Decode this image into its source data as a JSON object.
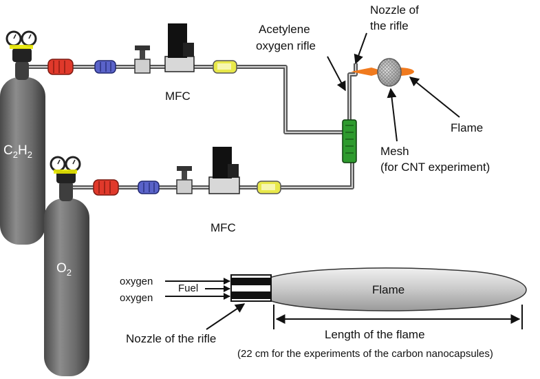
{
  "cylinders": {
    "fuel": {
      "formula": "C",
      "sub1": "2",
      "mid": "H",
      "sub2": "2"
    },
    "oxidizer": {
      "formula": "O",
      "sub1": "2"
    }
  },
  "labels": {
    "mfc_top": "MFC",
    "mfc_bottom": "MFC",
    "rifle": [
      "Acetylene",
      "oxygen rifle"
    ],
    "nozzle_top": [
      "Nozzle of",
      "the rifle"
    ],
    "flame_top": "Flame",
    "mesh": [
      "Mesh",
      "(for CNT experiment)"
    ]
  },
  "detail": {
    "oxygen_top": "oxygen",
    "fuel": "Fuel",
    "oxygen_bottom": "oxygen",
    "flame": "Flame",
    "nozzle": "Nozzle of the rifle",
    "length": "Length of the flame",
    "note": "(22 cm for the experiments of the carbon nanocapsules)"
  },
  "colors": {
    "cylinder": "#6f6f6f",
    "red_filter": "#e0392b",
    "blue_filter": "#5a63c9",
    "yellow_filter": "#e8e84a",
    "green_rifle": "#2e9a2e",
    "flame_orange": "#f07a1e"
  }
}
